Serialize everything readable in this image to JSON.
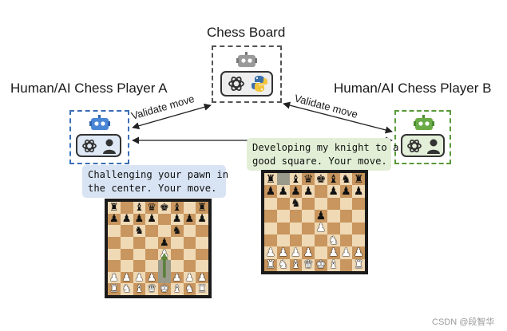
{
  "titles": {
    "board": "Chess Board",
    "player_a": "Human/AI Chess Player A",
    "player_b": "Human/AI Chess Player B"
  },
  "edges": {
    "left": "Validate move",
    "right": "Validate move"
  },
  "bubbles": {
    "a": [
      "Challenging your pawn in",
      "the center. Your move."
    ],
    "b": [
      "Developing my knight to a",
      "good square. Your move."
    ]
  },
  "colors": {
    "player_a": "#3a6fb5",
    "player_b": "#5a9a3a",
    "board_agent": "#555555",
    "bubble_a": "#d8e4f3",
    "bubble_b": "#e2efd6"
  },
  "icons": {
    "board_agent": [
      "robot-icon",
      "openai-logo-icon",
      "python-logo-icon"
    ],
    "player_a": [
      "robot-icon",
      "openai-logo-icon",
      "person-icon"
    ],
    "player_b": [
      "robot-icon",
      "openai-logo-icon",
      "person-icon"
    ]
  },
  "board_a": {
    "rows": [
      "r.bqkb.r",
      "pppp.ppp",
      "..n..n..",
      "....p...",
      "....P...",
      "........",
      "PPPP.PPP",
      "RNBQKBNR"
    ],
    "highlights": [
      "e3",
      "e2"
    ],
    "move_arrow": [
      "e2",
      "e4"
    ]
  },
  "board_b": {
    "rows": [
      "r.bqkbnr",
      "pppp.ppp",
      "..n.....",
      "....p...",
      "....P...",
      ".....N..",
      "PPPP.PPP",
      "RNBQKB.R"
    ],
    "highlights": [
      "b8"
    ]
  },
  "watermark": "CSDN @段智华"
}
